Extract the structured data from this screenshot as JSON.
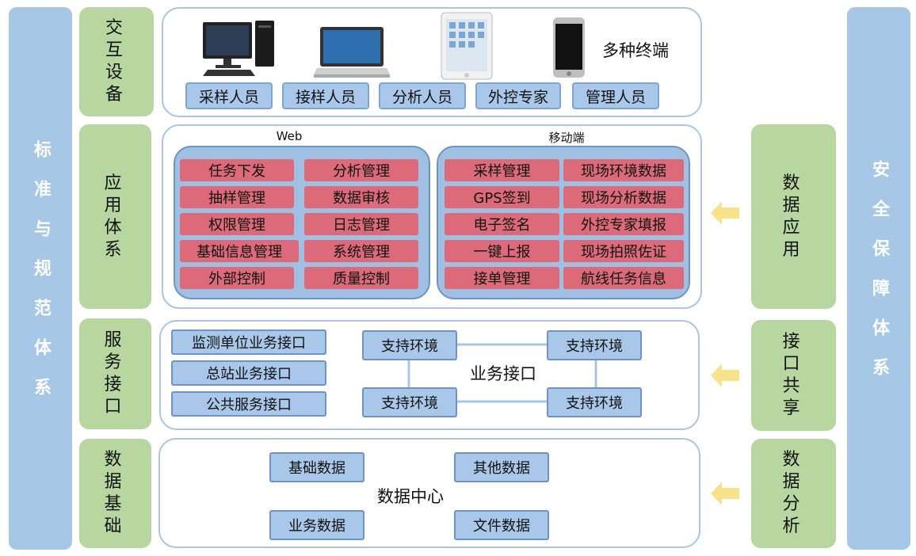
{
  "left_bar": "标准与规范体系",
  "right_bar": "安全保障体系",
  "layers": {
    "interaction": "交 互 设 备",
    "application": "应 用 体 系",
    "service": "服 务 接 口",
    "data": "数 据 基 础"
  },
  "right_groups": {
    "data_app": "数 据 应 用",
    "interface_share": "接 口 共 享",
    "data_analysis": "数 据 分 析"
  },
  "terminals": {
    "label": "多种终端",
    "roles": [
      "采样人员",
      "接样人员",
      "分析人员",
      "外控专家",
      "管理人员"
    ]
  },
  "web": {
    "title": "Web",
    "items": [
      "任务下发",
      "分析管理",
      "抽样管理",
      "数据审核",
      "权限管理",
      "日志管理",
      "基础信息管理",
      "系统管理",
      "外部控制",
      "质量控制"
    ]
  },
  "mobile": {
    "title": "移动端",
    "items": [
      "采样管理",
      "现场环境数据",
      "GPS签到",
      "现场分析数据",
      "电子签名",
      "外控专家填报",
      "一键上报",
      "现场拍照佐证",
      "接单管理",
      "航线任务信息"
    ]
  },
  "service": {
    "interfaces": [
      "监测单位业务接口",
      "总站业务接口",
      "公共服务接口"
    ],
    "env": [
      "支持环境",
      "支持环境",
      "支持环境",
      "支持环境"
    ],
    "center": "业务接口"
  },
  "data_center": {
    "items": [
      "基础数据",
      "其他数据",
      "业务数据",
      "文件数据"
    ],
    "center": "数据中心"
  },
  "colors": {
    "blue_bar": "#a7c7e7",
    "green": "#b7d6a0",
    "red": "#dc6a79",
    "arrow": "#f8e28a"
  }
}
